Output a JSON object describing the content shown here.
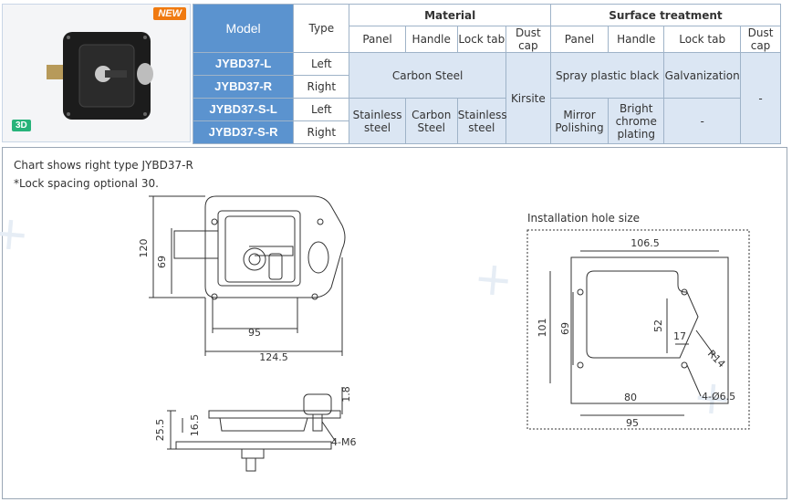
{
  "badges": {
    "new": "NEW",
    "three_d": "3D"
  },
  "table": {
    "headers": {
      "model": "Model",
      "type": "Type",
      "material": "Material",
      "surface": "Surface treatment",
      "panel": "Panel",
      "handle": "Handle",
      "lock_tab": "Lock tab",
      "dust_cap": "Dust cap",
      "s_panel": "Panel",
      "s_handle": "Handle",
      "s_lock_tab": "Lock tab",
      "s_dust_cap": "Dust cap"
    },
    "rows": [
      {
        "model": "JYBD37-L",
        "type": "Left"
      },
      {
        "model": "JYBD37-R",
        "type": "Right"
      },
      {
        "model": "JYBD37-S-L",
        "type": "Left"
      },
      {
        "model": "JYBD37-S-R",
        "type": "Right"
      }
    ],
    "cells": {
      "carbon_steel": "Carbon Steel",
      "kirsite": "Kirsite",
      "spray_black": "Spray plastic black",
      "galvanization": "Galvanization",
      "dash_right": "-",
      "stainless_panel": "Stainless steel",
      "carbon_handle": "Carbon Steel",
      "stainless_tab": "Stainless steel",
      "mirror": "Mirror Polishing",
      "bright": "Bright chrome plating",
      "dash_lock": "-"
    }
  },
  "notes": {
    "line1": "Chart shows right type JYBD37-R",
    "line2": "*Lock spacing optional 30."
  },
  "front_dims": {
    "h120": "120",
    "h69": "69",
    "w95": "95",
    "w124": "124.5"
  },
  "side_dims": {
    "h25": "25.5",
    "h16": "16.5",
    "t18": "1.8",
    "m6": "4-M6"
  },
  "hole": {
    "title": "Installation hole size",
    "d106": "106.5",
    "d101": "101",
    "d69": "69",
    "d52": "52",
    "d17": "17",
    "r14": "R14",
    "d80": "80",
    "d95": "95",
    "holes": "4-Ø6.5"
  }
}
